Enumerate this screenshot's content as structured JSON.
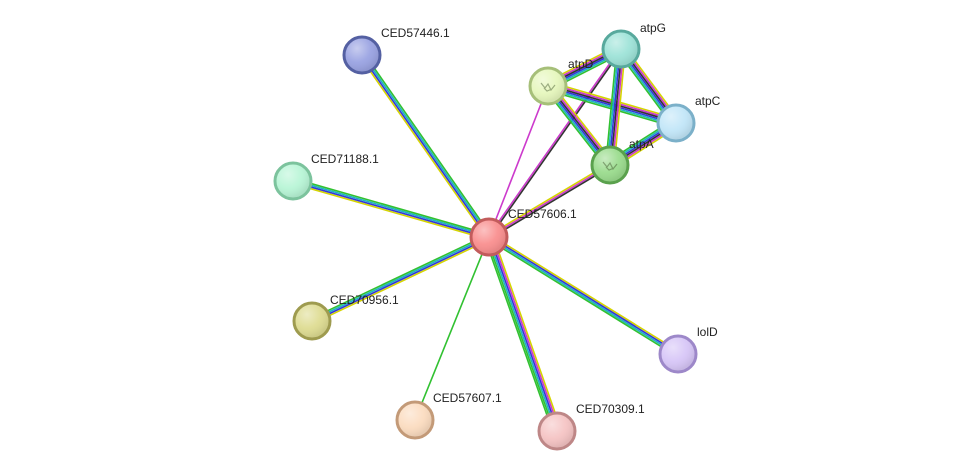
{
  "nodes": [
    {
      "id": "CED57606.1",
      "label": "CED57606.1",
      "fill": "#f98f8f",
      "stroke": "#c25c5c",
      "textured": false
    },
    {
      "id": "CED57446.1",
      "label": "CED57446.1",
      "fill": "#9aa3e2",
      "stroke": "#5460a2",
      "textured": false
    },
    {
      "id": "CED71188.1",
      "label": "CED71188.1",
      "fill": "#b8f5d6",
      "stroke": "#7cc39d",
      "textured": false
    },
    {
      "id": "CED70956.1",
      "label": "CED70956.1",
      "fill": "#dedc92",
      "stroke": "#9e9b4f",
      "textured": false
    },
    {
      "id": "CED57607.1",
      "label": "CED57607.1",
      "fill": "#fbdcc0",
      "stroke": "#c39a78",
      "textured": false
    },
    {
      "id": "CED70309.1",
      "label": "CED70309.1",
      "fill": "#f5c4c4",
      "stroke": "#be8787",
      "textured": false
    },
    {
      "id": "lolD",
      "label": "lolD",
      "fill": "#d7c6f7",
      "stroke": "#9d88c9",
      "textured": false
    },
    {
      "id": "atpD",
      "label": "atpD",
      "fill": "#e6f7bd",
      "stroke": "#a6bf79",
      "textured": true
    },
    {
      "id": "atpG",
      "label": "atpG",
      "fill": "#9ee3d8",
      "stroke": "#58a99d",
      "textured": false
    },
    {
      "id": "atpC",
      "label": "atpC",
      "fill": "#c2e6f8",
      "stroke": "#7bb0c9",
      "textured": false
    },
    {
      "id": "atpA",
      "label": "atpA",
      "fill": "#9bdc8e",
      "stroke": "#5aa14d",
      "textured": true
    }
  ],
  "edges": [
    {
      "source": "CED57606.1",
      "target": "CED57446.1",
      "colors": [
        "#d5d400",
        "#3535d9",
        "#1fb2c2",
        "#31c131"
      ]
    },
    {
      "source": "CED57606.1",
      "target": "CED71188.1",
      "colors": [
        "#d5d400",
        "#3535d9",
        "#1fb2c2",
        "#31c131"
      ]
    },
    {
      "source": "CED57606.1",
      "target": "CED70956.1",
      "colors": [
        "#d5d400",
        "#3535d9",
        "#1fb2c2",
        "#31c131"
      ]
    },
    {
      "source": "CED57606.1",
      "target": "CED57607.1",
      "colors": [
        "#31c131"
      ]
    },
    {
      "source": "CED57606.1",
      "target": "CED70309.1",
      "colors": [
        "#d5d400",
        "#cc3acc",
        "#3535d9",
        "#1fb2c2",
        "#31c131",
        "#31c131"
      ]
    },
    {
      "source": "CED57606.1",
      "target": "lolD",
      "colors": [
        "#d5d400",
        "#3535d9",
        "#1fb2c2",
        "#31c131"
      ]
    },
    {
      "source": "CED57606.1",
      "target": "atpD",
      "colors": [
        "#cc3acc"
      ]
    },
    {
      "source": "CED57606.1",
      "target": "atpG",
      "colors": [
        "#cc3acc",
        "#333333"
      ]
    },
    {
      "source": "CED57606.1",
      "target": "atpA",
      "colors": [
        "#d5d400",
        "#cc3acc",
        "#333333"
      ]
    },
    {
      "source": "atpD",
      "target": "atpG",
      "colors": [
        "#d5d400",
        "#cc3acc",
        "#333333",
        "#3535d9",
        "#1fb2c2",
        "#31c131"
      ]
    },
    {
      "source": "atpD",
      "target": "atpC",
      "colors": [
        "#d5d400",
        "#cc3acc",
        "#333333",
        "#3535d9",
        "#1fb2c2",
        "#31c131"
      ]
    },
    {
      "source": "atpD",
      "target": "atpA",
      "colors": [
        "#d5d400",
        "#cc3acc",
        "#333333",
        "#3535d9",
        "#1fb2c2",
        "#31c131"
      ]
    },
    {
      "source": "atpG",
      "target": "atpC",
      "colors": [
        "#d5d400",
        "#cc3acc",
        "#333333",
        "#3535d9",
        "#1fb2c2",
        "#31c131"
      ]
    },
    {
      "source": "atpG",
      "target": "atpA",
      "colors": [
        "#d5d400",
        "#cc3acc",
        "#333333",
        "#3535d9",
        "#1fb2c2",
        "#31c131"
      ]
    },
    {
      "source": "atpC",
      "target": "atpA",
      "colors": [
        "#d5d400",
        "#cc3acc",
        "#333333",
        "#3535d9",
        "#1fb2c2",
        "#31c131"
      ]
    }
  ]
}
